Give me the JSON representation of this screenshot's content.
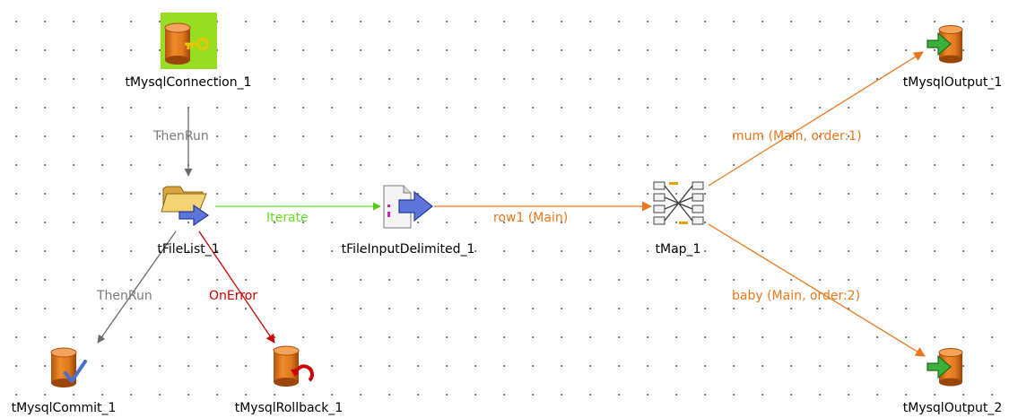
{
  "components": {
    "mysql_connection": "tMysqlConnection_1",
    "file_list": "tFileList_1",
    "file_input_delimited": "tFileInputDelimited_1",
    "map": "tMap_1",
    "mysql_output_1": "tMysqlOutput_1",
    "mysql_output_2": "tMysqlOutput_2",
    "mysql_commit": "tMysqlCommit_1",
    "mysql_rollback": "tMysqlRollback_1"
  },
  "links": {
    "connection_to_filelist": "ThenRun",
    "filelist_to_input": "Iterate",
    "input_to_map": "row1 (Main)",
    "map_to_output_1": "mum (Main, order:1)",
    "map_to_output_2": "baby (Main, order:2)",
    "filelist_to_commit": "ThenRun",
    "filelist_to_rollback": "OnError"
  },
  "colors": {
    "then_run": "#7a7a7a",
    "iterate": "#66dd22",
    "main_row": "#e8781e",
    "on_error": "#cc0000",
    "selection_highlight": "#99dd22",
    "db_orange": "#e0791e",
    "arrow_blue": "#4a62c8",
    "arrow_green": "#33aa33"
  },
  "icons": {
    "mysql_connection": "database-key-icon",
    "file_list": "folder-arrow-icon",
    "file_input_delimited": "delimited-file-icon",
    "map": "tmap-icon",
    "mysql_output": "database-output-icon",
    "mysql_commit": "database-commit-icon",
    "mysql_rollback": "database-rollback-icon"
  }
}
